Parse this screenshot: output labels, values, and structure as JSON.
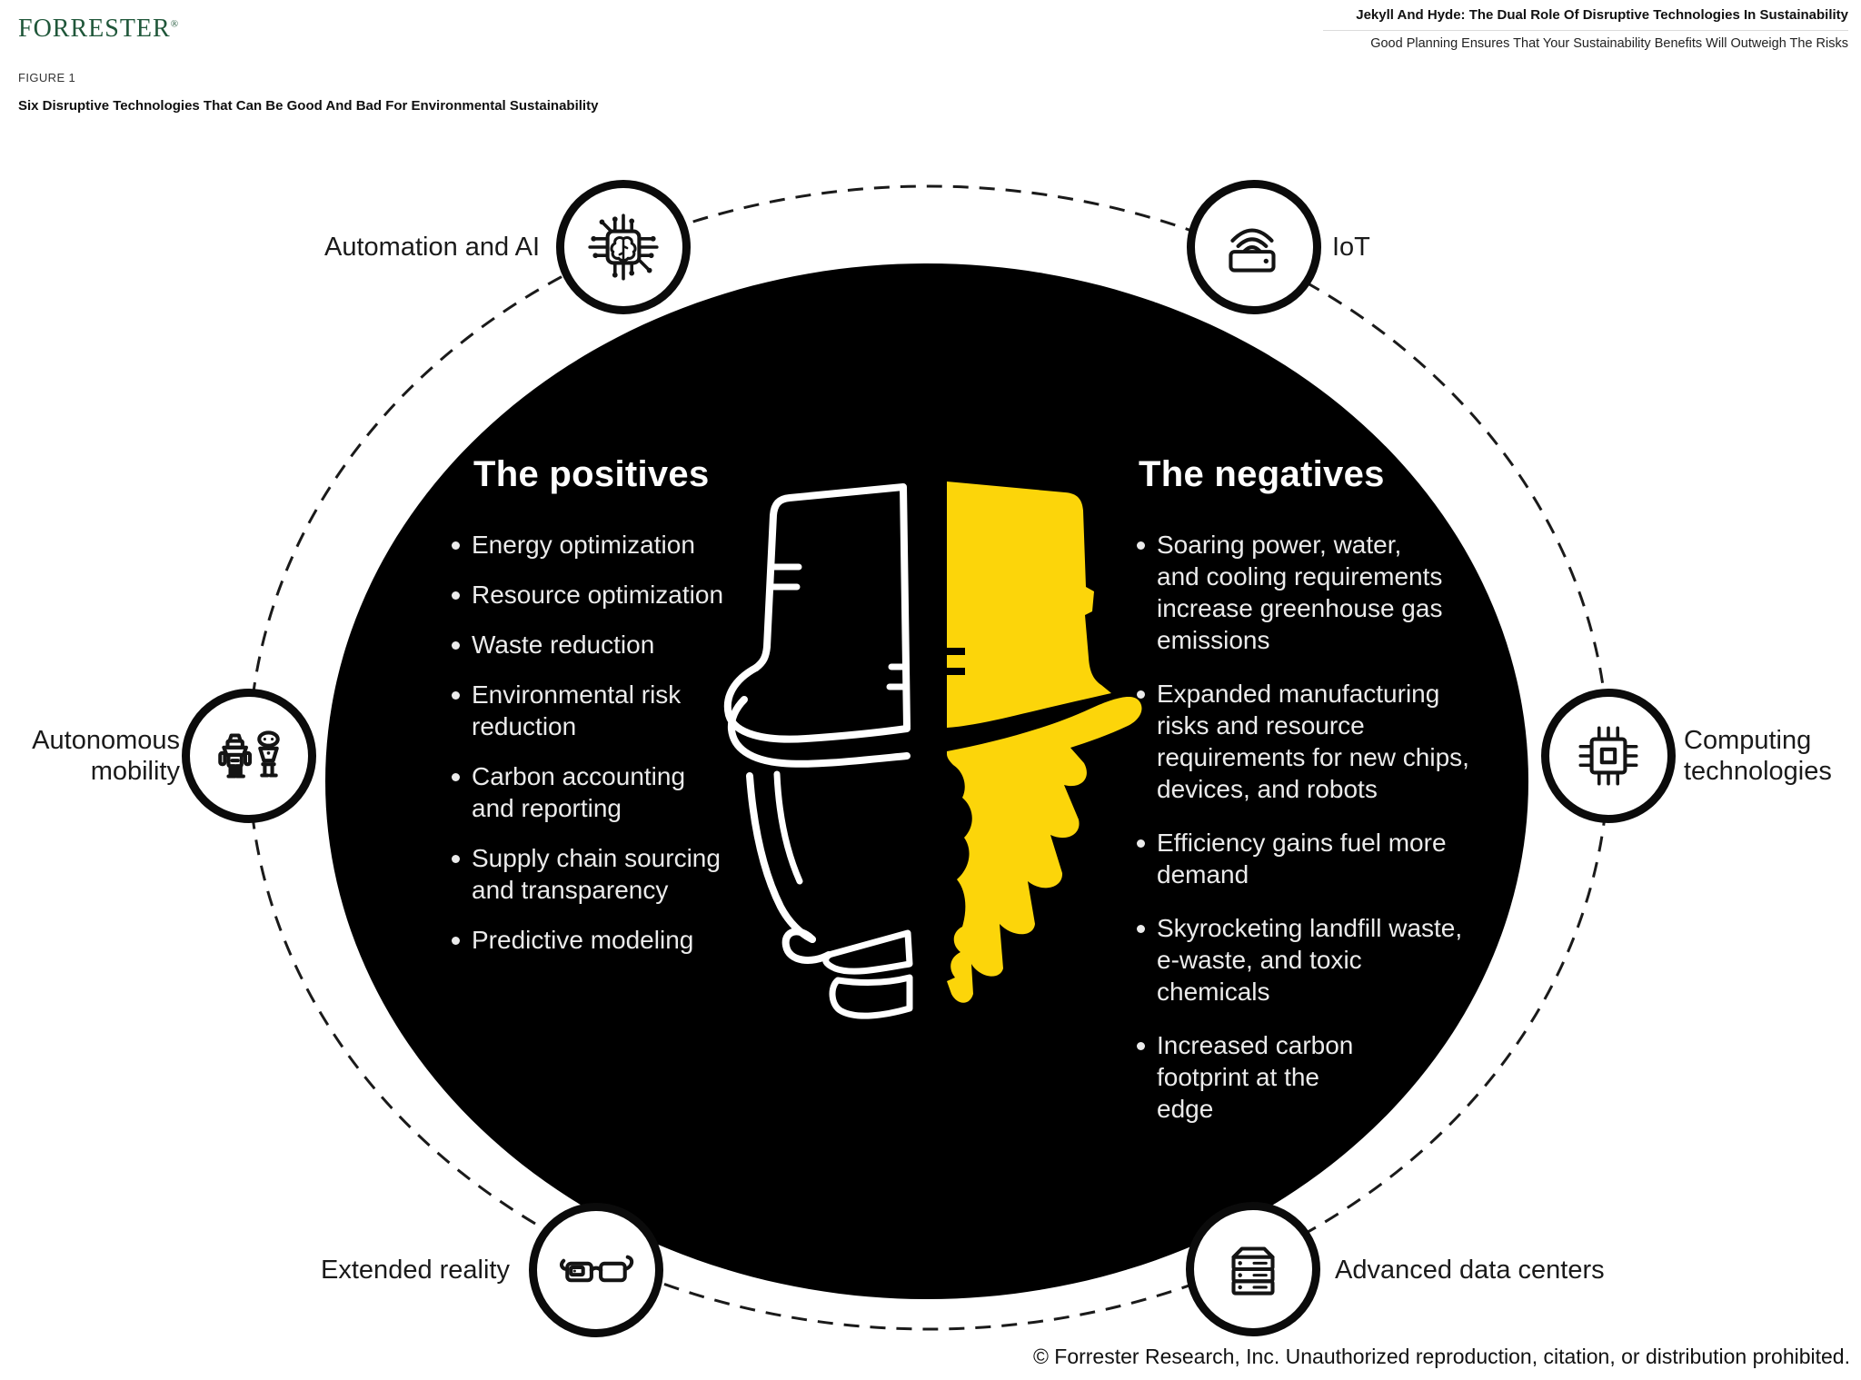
{
  "header": {
    "logo": "Forrester",
    "logo_mark": "®",
    "report_title": "Jekyll And Hyde: The Dual Role Of Disruptive Technologies In Sustainability",
    "report_subtitle": "Good Planning Ensures That Your Sustainability Benefits Will Outweigh The Risks"
  },
  "figure": {
    "label": "FIGURE 1",
    "title": "Six Disruptive Technologies That Can Be Good And Bad For Environmental Sustainability"
  },
  "diagram": {
    "positives": {
      "heading": "The positives",
      "items": [
        "Energy optimization",
        "Resource optimization",
        "Waste reduction",
        "Environmental risk\nreduction",
        "Carbon accounting\nand reporting",
        "Supply chain sourcing\nand transparency",
        "Predictive modeling"
      ]
    },
    "negatives": {
      "heading": "The negatives",
      "items": [
        "Soaring power, water,\nand cooling requirements\nincrease greenhouse gas\nemissions",
        "Expanded manufacturing\nrisks and resource\nrequirements for new chips,\ndevices, and robots",
        "Efficiency gains fuel more\ndemand",
        "Skyrocketing landfill waste,\ne-waste, and toxic\nchemicals",
        "Increased carbon\nfootprint at the\nedge"
      ]
    },
    "technologies": [
      {
        "label": "Automation and AI",
        "icon": "ai-brain-chip-icon",
        "position": "top-left"
      },
      {
        "label": "IoT",
        "icon": "iot-router-icon",
        "position": "top-right"
      },
      {
        "label": "Autonomous\nmobility",
        "icon": "robots-icon",
        "position": "left"
      },
      {
        "label": "Computing\ntechnologies",
        "icon": "cpu-chip-icon",
        "position": "right"
      },
      {
        "label": "Extended reality",
        "icon": "smart-glasses-icon",
        "position": "bottom-left"
      },
      {
        "label": "Advanced data centers",
        "icon": "server-rack-icon",
        "position": "bottom-right"
      }
    ],
    "colors": {
      "hyde_yellow": "#FCD50A",
      "ellipse_black": "#000000",
      "forrester_green": "#20573A"
    }
  },
  "footer": {
    "copyright": "© Forrester Research, Inc. Unauthorized reproduction, citation, or distribution prohibited."
  }
}
